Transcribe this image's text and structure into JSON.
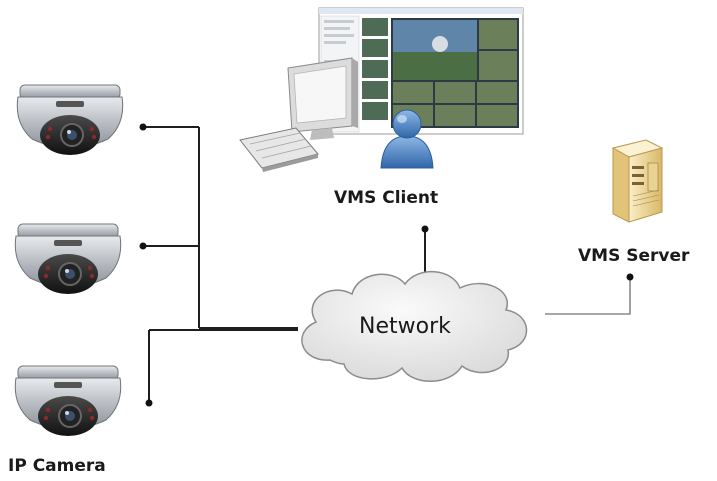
{
  "nodes": {
    "camera": {
      "label": "IP Camera",
      "count": 3
    },
    "client": {
      "label": "VMS Client"
    },
    "server": {
      "label": "VMS Server"
    },
    "network": {
      "label": "Network"
    }
  },
  "colors": {
    "line": "#1e1e1e",
    "cloud_fill": "#e9e9e9",
    "cloud_stroke": "#8c8c8c",
    "camera_body": "#c9ccd1",
    "server_body": "#f0d9a2",
    "user_blue": "#4f86c4",
    "monitor_bezel": "#d8d8d8"
  },
  "icons": [
    "dome-camera-icon",
    "desktop-computer-icon",
    "user-icon",
    "vms-screen-icon",
    "server-tower-icon",
    "network-cloud-icon"
  ]
}
